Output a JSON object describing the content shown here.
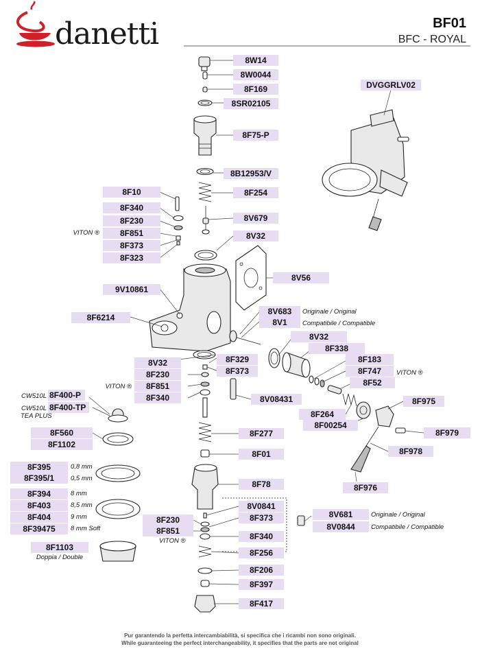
{
  "brand": {
    "name": "danetti",
    "accent": "#d0202a"
  },
  "model": {
    "code": "BF01",
    "name": "BFC - ROYAL"
  },
  "part_fill": "#e8dcf2",
  "parts": [
    {
      "id": "p01",
      "code": "8W14"
    },
    {
      "id": "p02",
      "code": "8W0044"
    },
    {
      "id": "p03",
      "code": "8F169"
    },
    {
      "id": "p04",
      "code": "8SR02105"
    },
    {
      "id": "p05",
      "code": "8F75-P"
    },
    {
      "id": "p06",
      "code": "DVGGRLV02"
    },
    {
      "id": "p07",
      "code": "8B12953/V"
    },
    {
      "id": "p08",
      "code": "8F10"
    },
    {
      "id": "p09",
      "code": "8F254"
    },
    {
      "id": "p10",
      "code": "8F340"
    },
    {
      "id": "p11",
      "code": "8V679"
    },
    {
      "id": "p12",
      "code": "8F230"
    },
    {
      "id": "p13",
      "code": "8F851"
    },
    {
      "id": "p14",
      "code": "8V32"
    },
    {
      "id": "p15",
      "code": "8F373"
    },
    {
      "id": "p16",
      "code": "8F323"
    },
    {
      "id": "p17",
      "code": "8V56"
    },
    {
      "id": "p18",
      "code": "9V10861"
    },
    {
      "id": "p19",
      "code": "8V683"
    },
    {
      "id": "p20",
      "code": "8F6214"
    },
    {
      "id": "p21",
      "code": "8V1"
    },
    {
      "id": "p22",
      "code": "8V32"
    },
    {
      "id": "p23",
      "code": "8F338"
    },
    {
      "id": "p24",
      "code": "8V32"
    },
    {
      "id": "p25",
      "code": "8F329"
    },
    {
      "id": "p26",
      "code": "8F183"
    },
    {
      "id": "p27",
      "code": "8F230"
    },
    {
      "id": "p28",
      "code": "8F373"
    },
    {
      "id": "p29",
      "code": "8F747"
    },
    {
      "id": "p30",
      "code": "8F851"
    },
    {
      "id": "p31",
      "code": "8F52"
    },
    {
      "id": "p32",
      "code": "8F400-P"
    },
    {
      "id": "p33",
      "code": "8F340"
    },
    {
      "id": "p34",
      "code": "8V08431"
    },
    {
      "id": "p35",
      "code": "8F975"
    },
    {
      "id": "p36",
      "code": "8F400-TP"
    },
    {
      "id": "p37",
      "code": "8F264"
    },
    {
      "id": "p38",
      "code": "8F00254"
    },
    {
      "id": "p39",
      "code": "8F979"
    },
    {
      "id": "p40",
      "code": "8F560"
    },
    {
      "id": "p41",
      "code": "8F277"
    },
    {
      "id": "p42",
      "code": "8F1102"
    },
    {
      "id": "p43",
      "code": "8F978"
    },
    {
      "id": "p44",
      "code": "8F01"
    },
    {
      "id": "p45",
      "code": "8F395"
    },
    {
      "id": "p46",
      "code": "8F395/1"
    },
    {
      "id": "p47",
      "code": "8F78"
    },
    {
      "id": "p48",
      "code": "8F976"
    },
    {
      "id": "p49",
      "code": "8F394"
    },
    {
      "id": "p50",
      "code": "8V0841"
    },
    {
      "id": "p51",
      "code": "8F403"
    },
    {
      "id": "p52",
      "code": "8F230"
    },
    {
      "id": "p53",
      "code": "8F373"
    },
    {
      "id": "p54",
      "code": "8V681"
    },
    {
      "id": "p55",
      "code": "8F404"
    },
    {
      "id": "p56",
      "code": "8F851"
    },
    {
      "id": "p57",
      "code": "8V0844"
    },
    {
      "id": "p58",
      "code": "8F39475"
    },
    {
      "id": "p59",
      "code": "8F340"
    },
    {
      "id": "p60",
      "code": "8F1103"
    },
    {
      "id": "p61",
      "code": "8F256"
    },
    {
      "id": "p62",
      "code": "8F206"
    },
    {
      "id": "p63",
      "code": "8F397"
    },
    {
      "id": "p64",
      "code": "8F417"
    }
  ],
  "notes": {
    "viton": "VITON ®",
    "originale": "Originale / Original",
    "compatibile": "Compatibile / Compatible",
    "cw510l": "CW510L",
    "tea_plus": "TEA PLUS",
    "mm_08": "0,8 mm",
    "mm_05": "0,5 mm",
    "mm_8": "8 mm",
    "mm_85": "8,5 mm",
    "mm_9": "9 mm",
    "mm_8soft": "8 mm Soft",
    "doppia": "Doppia / Double"
  },
  "footer": {
    "it": "Pur garantendo la perfetta intercambiabilità, si specifica che i ricambi non sono originali.",
    "en": "While guaranteeing the perfect interchangeability, it specifies that the parts are not original"
  }
}
